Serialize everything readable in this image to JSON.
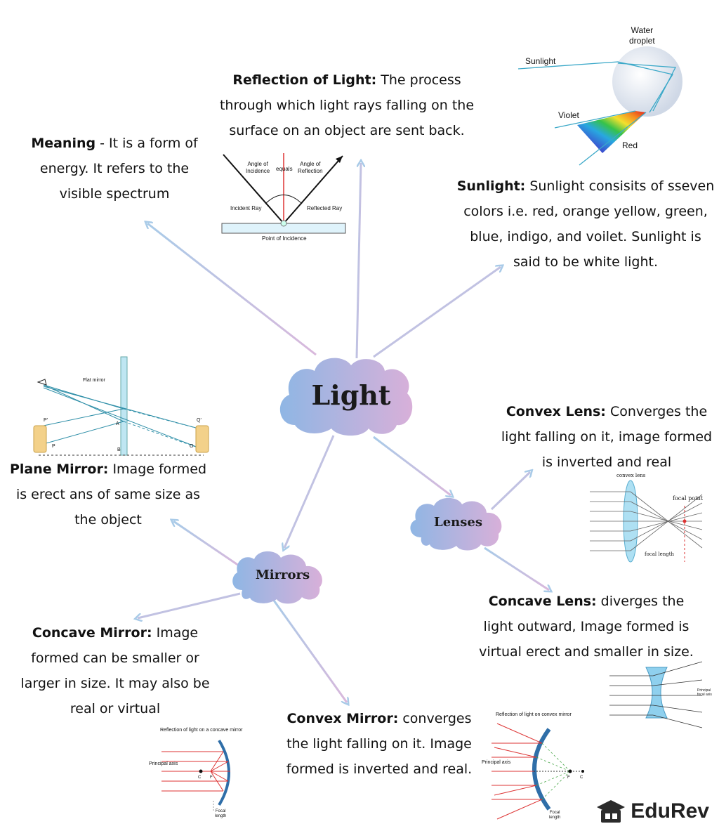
{
  "central": {
    "title": "Light"
  },
  "subtopics": {
    "lenses": "Lenses",
    "mirrors": "Mirrors"
  },
  "meaning": {
    "term": "Meaning",
    "text": " - It is a form of energy. It refers to the visible spectrum"
  },
  "reflection": {
    "term": "Reflection of Light:",
    "text": " The process through which light rays falling on the surface on an object are sent back."
  },
  "sunlight": {
    "term": "Sunlight:",
    "text": " Sunlight consisits of sseven colors i.e. red, orange yellow, green, blue, indigo, and voilet. Sunlight is said to be white light."
  },
  "convex_lens": {
    "term": "Convex Lens:",
    "text": " Converges the light falling on it, image formed is inverted and real"
  },
  "concave_lens": {
    "term": "Concave Lens:",
    "text": " diverges the light outward, Image formed is virtual erect and smaller in size."
  },
  "plane_mirror": {
    "term": "Plane Mirror:",
    "text": " Image formed is erect ans of same size as the object"
  },
  "concave_mirror": {
    "term": "Concave Mirror:",
    "text": " Image formed can be smaller or larger in size. It may also be real or virtual"
  },
  "convex_mirror": {
    "term": "Convex Mirror:",
    "text": " converges the light falling on it. Image formed is inverted and real."
  },
  "prism_figure": {
    "water": "Water",
    "droplet": "droplet",
    "sunlight": "Sunlight",
    "violet": "Violet",
    "red": "Red"
  },
  "reflection_figure": {
    "incidence1": "Angle of",
    "incidence2": "Incidence",
    "equals": "equals",
    "reflection1": "Angle of",
    "reflection2": "Reflection",
    "incident_ray": "Incident Ray",
    "reflected_ray": "Reflected Ray",
    "point": "Point of Incidence"
  },
  "plane_figure": {
    "flat_mirror": "Flat mirror",
    "p": "P'",
    "q": "Q'",
    "a": "A",
    "b": "B",
    "o": "O",
    "p2": "P"
  },
  "convex_lens_figure": {
    "title": "convex lens",
    "focal_point": "focal point",
    "focal_length": "focal length"
  },
  "concave_lens_figure": {
    "principal": "Principal",
    "focal_axis": "focal axis"
  },
  "concave_mirror_figure": {
    "title": "Reflection of light on a concave mirror",
    "axis": "Principal axis",
    "c": "C",
    "f": "F",
    "focal1": "Focal",
    "focal2": "length"
  },
  "convex_mirror_figure": {
    "title": "Reflection of light on convex mirror",
    "axis": "Principal axis",
    "f": "F",
    "c": "C",
    "focal1": "Focal",
    "focal2": "length"
  },
  "brand": {
    "name": "EduRev"
  },
  "colors": {
    "arrow_blue": "#a9cbe8",
    "arrow_pink": "#d9b8dc",
    "cloud_left": "#8fb6e4",
    "cloud_right": "#d8b0d9"
  }
}
